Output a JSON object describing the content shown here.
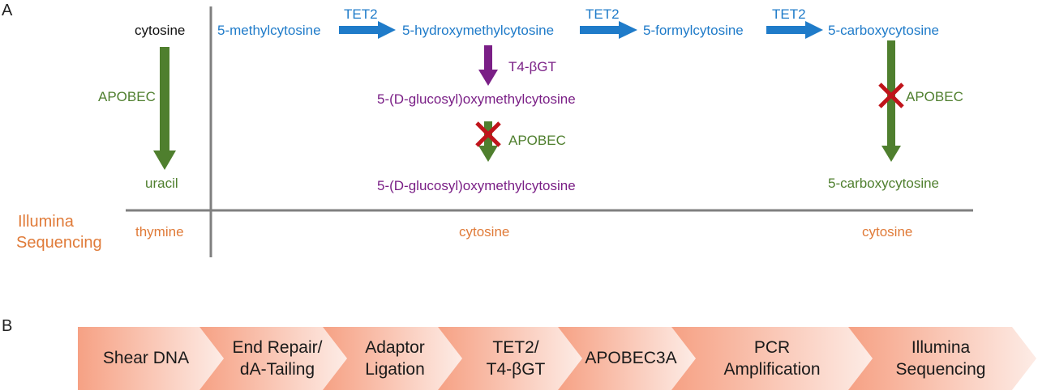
{
  "colors": {
    "blue": "#1f7bc9",
    "purple": "#7a1f86",
    "green": "#4f7f2e",
    "orange": "#e07b39",
    "gray": "#7f7f7f",
    "red_x": "#c0141b",
    "chevron_start": "#f6a184",
    "chevron_end": "#fdece6"
  },
  "panel_a": {
    "label": "A",
    "cytosine": "cytosine",
    "apobec_left": "APOBEC",
    "uracil": "uracil",
    "illumina_line1": "Illumina",
    "illumina_line2": "Sequencing",
    "thymine": "thymine",
    "mc": "5-methylcytosine",
    "tet2_a": "TET2",
    "hmc": "5-hydroxymethylcytosine",
    "tet2_b": "TET2",
    "fc": "5-formylcytosine",
    "tet2_c": "TET2",
    "cac": "5-carboxycytosine",
    "t4bgt": "T4-βGT",
    "ghmc_1": "5-(D-glucosyl)oxymethylcytosine",
    "apobec_mid": "APOBEC",
    "ghmc_2": "5-(D-glucosyl)oxymethylcytosine",
    "apobec_right": "APOBEC",
    "cac_result": "5-carboxycytosine",
    "seq_mid": "cytosine",
    "seq_right": "cytosine"
  },
  "panel_b": {
    "label": "B",
    "steps": [
      {
        "line1": "Shear DNA",
        "line2": ""
      },
      {
        "line1": "End Repair/",
        "line2": "dA-Tailing"
      },
      {
        "line1": "Adaptor",
        "line2": "Ligation"
      },
      {
        "line1": "TET2/",
        "line2": "T4-βGT"
      },
      {
        "line1": "APOBEC3A",
        "line2": ""
      },
      {
        "line1": "PCR",
        "line2": "Amplification"
      },
      {
        "line1": "Illumina",
        "line2": "Sequencing"
      }
    ]
  }
}
